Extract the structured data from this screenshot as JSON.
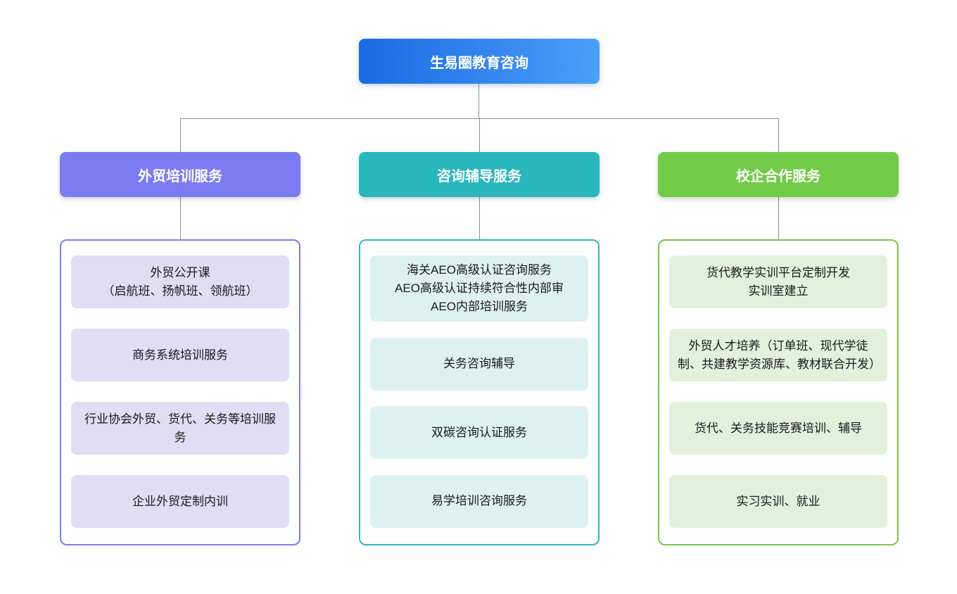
{
  "root": {
    "label": "生易圈教育咨询"
  },
  "branches": [
    {
      "label": "外贸培训服务",
      "items": [
        "外贸公开课\n（启航班、扬帆班、领航班）",
        "商务系统培训服务",
        "行业协会外贸、货代、关务等培训服务",
        "企业外贸定制内训"
      ]
    },
    {
      "label": "咨询辅导服务",
      "items": [
        "海关AEO高级认证咨询服务\nAEO高级认证持续符合性内部审\nAEO内部培训服务",
        "关务咨询辅导",
        "双碳咨询认证服务",
        "易学培训咨询服务"
      ]
    },
    {
      "label": "校企合作服务",
      "items": [
        "货代教学实训平台定制开发\n实训室建立",
        "外贸人才培养（订单班、现代学徒制、共建教学资源库、教材联合开发）",
        "货代、关务技能竞赛培训、辅导",
        "实习实训、就业"
      ]
    }
  ],
  "colors": {
    "root_gradient_start": "#1c69e5",
    "root_gradient_end": "#4a9ff8",
    "branch_trade_training": "#7b7cf2",
    "branch_consulting": "#29b7be",
    "branch_school_enterprise": "#72cb47",
    "leaf_bg_trade_training": "#e0ddf5",
    "leaf_bg_consulting": "#def1f2",
    "leaf_bg_school_enterprise": "#e1f1dc",
    "connector": "#8b9198",
    "background": "#ffffff"
  }
}
